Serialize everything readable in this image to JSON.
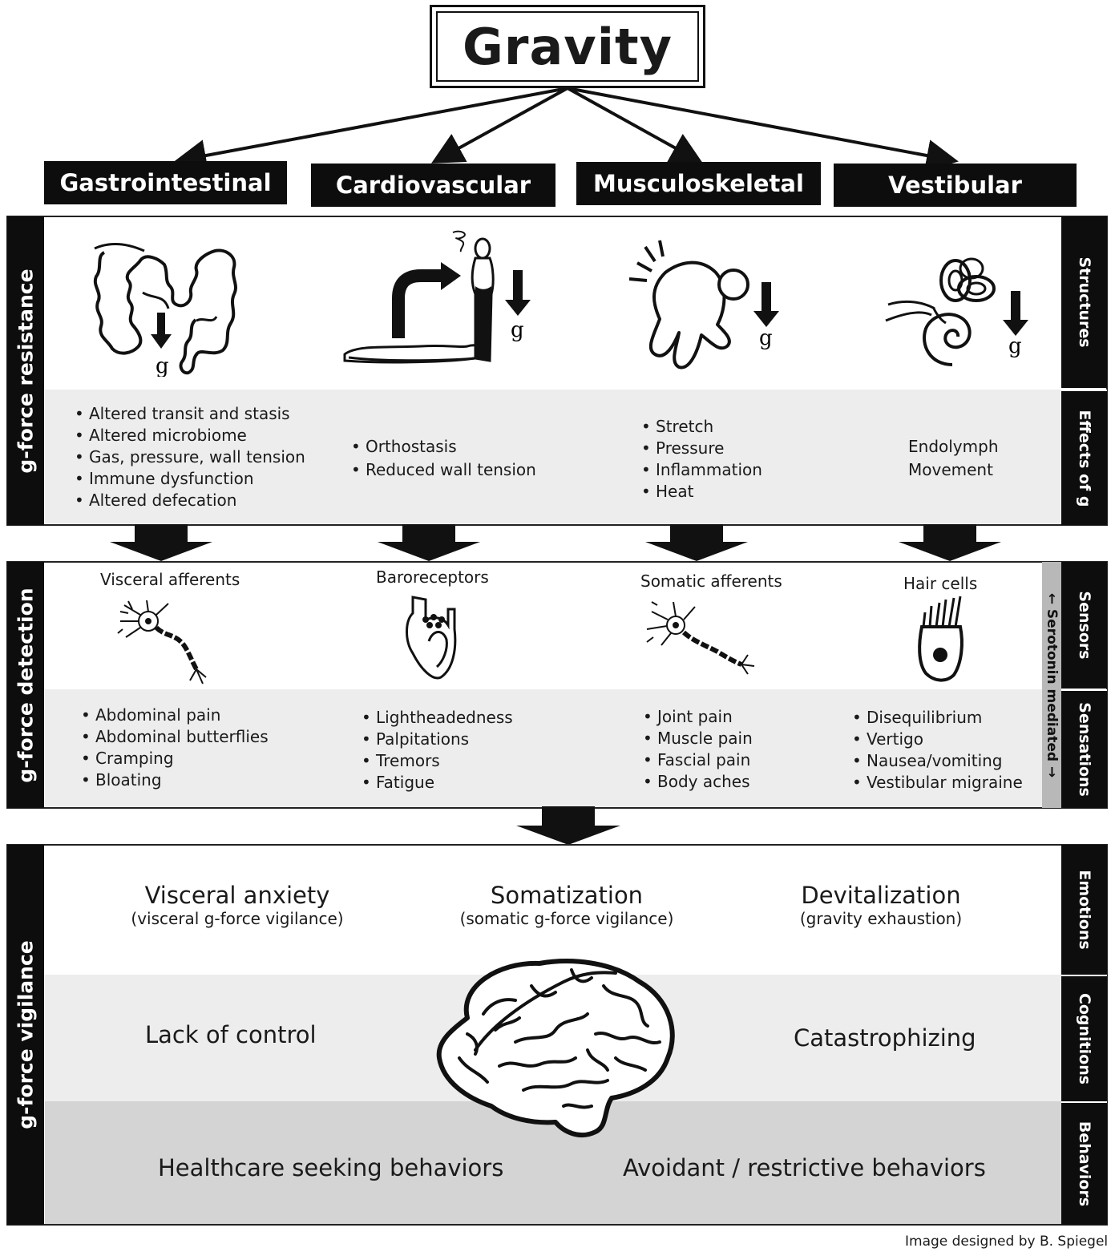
{
  "title": "Gravity",
  "systems": [
    "Gastrointestinal",
    "Cardiovascular",
    "Musculoskeletal",
    "Vestibular"
  ],
  "sections": {
    "resistance": "g-force resistance",
    "detection": "g-force detection",
    "vigilance": "g-force vigilance"
  },
  "row_labels": {
    "structures": "Structures",
    "effects": "Effects of g",
    "sensors": "Sensors",
    "sensations": "Sensations",
    "emotions": "Emotions",
    "cognitions": "Cognitions",
    "behaviors": "Behaviors"
  },
  "serotonin": "← Serotonin mediated →",
  "g_symbol": "g",
  "effects": {
    "gi": [
      "Altered transit and stasis",
      "Altered microbiome",
      "Gas, pressure, wall tension",
      "Immune dysfunction",
      "Altered defecation"
    ],
    "cv": [
      "Orthostasis",
      "Reduced wall tension"
    ],
    "msk": [
      "Stretch",
      "Pressure",
      "Inflammation",
      "Heat"
    ],
    "vest": [
      "Endolymph",
      "Movement"
    ]
  },
  "sensors": {
    "gi": "Visceral afferents",
    "cv": "Baroreceptors",
    "msk": "Somatic afferents",
    "vest": "Hair cells"
  },
  "sensations": {
    "gi": [
      "Abdominal pain",
      "Abdominal butterflies",
      "Cramping",
      "Bloating"
    ],
    "cv": [
      "Lightheadedness",
      "Palpitations",
      "Tremors",
      "Fatigue"
    ],
    "msk": [
      "Joint pain",
      "Muscle pain",
      "Fascial pain",
      "Body aches"
    ],
    "vest": [
      "Disequilibrium",
      "Vertigo",
      "Nausea/vomiting",
      "Vestibular migraine"
    ]
  },
  "emotions": [
    {
      "title": "Visceral anxiety",
      "sub": "(visceral g-force vigilance)"
    },
    {
      "title": "Somatization",
      "sub": "(somatic g-force vigilance)"
    },
    {
      "title": "Devitalization",
      "sub": "(gravity exhaustion)"
    }
  ],
  "cognitions": [
    "Lack of control",
    "Catastrophizing"
  ],
  "behaviors": [
    "Healthcare seeking behaviors",
    "Avoidant / restrictive behaviors"
  ],
  "credit": "Image designed by B. Spiegel",
  "colors": {
    "black": "#0d0d0d",
    "light_band": "#ededed",
    "mid_band": "#d4d4d4",
    "serotonin_bar": "#b8b8b8"
  }
}
